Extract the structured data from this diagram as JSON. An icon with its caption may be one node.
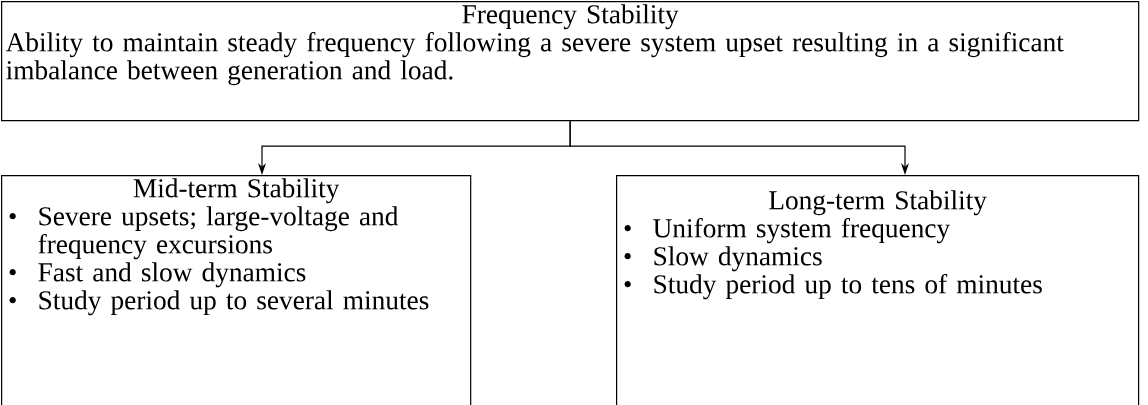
{
  "diagram": {
    "nodes": [
      {
        "text": [
          "Frequency Stability",
          "Ability to maintain steady frequency following a severe system upset resulting in a significant imbalance between generation and load."
        ]
      },
      {
        "text": [
          "Mid-term Stability",
          "Severe upsets; large-voltage and frequency excursions",
          "Fast and slow dynamics",
          "Study period up to several minutes"
        ]
      },
      {
        "text": [
          "Long-term Stability",
          "Uniform system frequency",
          "Slow dynamics",
          "Study period up to tens of minutes"
        ]
      }
    ],
    "edges": [
      {
        "from": 0,
        "to": 1,
        "arrow": "to"
      },
      {
        "from": 0,
        "to": 2,
        "arrow": "to"
      }
    ]
  }
}
